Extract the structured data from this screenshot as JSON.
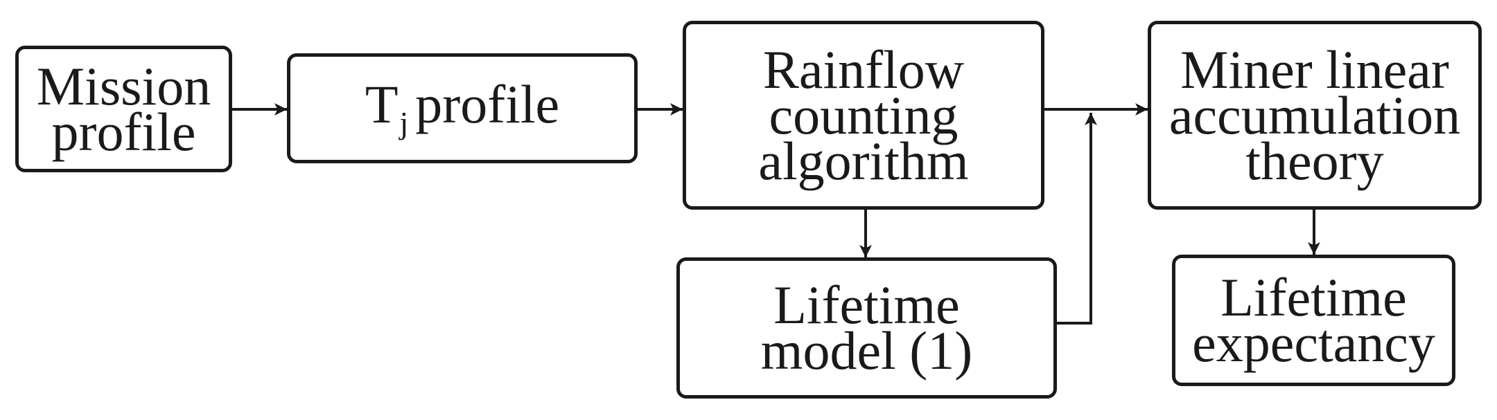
{
  "diagram": {
    "nodes": {
      "mission_profile": {
        "lines": [
          "Mission",
          "profile"
        ]
      },
      "tj_profile": {
        "main": "T",
        "subscript": "j",
        "rest": "profile"
      },
      "rainflow": {
        "lines": [
          "Rainflow",
          "counting",
          "algorithm"
        ]
      },
      "lifetime_model": {
        "lines": [
          "Lifetime",
          "model (1)"
        ]
      },
      "miner": {
        "lines": [
          "Miner linear",
          "accumulation",
          "theory"
        ]
      },
      "lifetime_expectancy": {
        "lines": [
          "Lifetime",
          "expectancy"
        ]
      }
    },
    "edges": [
      {
        "from": "Mission profile",
        "to": "Tj profile"
      },
      {
        "from": "Tj profile",
        "to": "Rainflow counting algorithm"
      },
      {
        "from": "Rainflow counting algorithm",
        "to": "Miner linear accumulation theory"
      },
      {
        "from": "Rainflow counting algorithm",
        "to": "Lifetime model (1)"
      },
      {
        "from": "Lifetime model (1)",
        "to": "Miner linear accumulation theory"
      },
      {
        "from": "Miner linear accumulation theory",
        "to": "Lifetime expectancy"
      }
    ],
    "colors": {
      "stroke": "#1a1a1a",
      "background": "#ffffff"
    }
  }
}
